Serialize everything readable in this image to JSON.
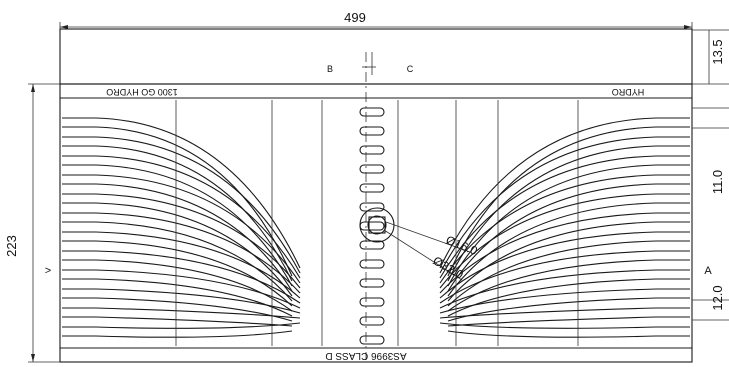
{
  "drawing": {
    "overall_width": "499",
    "overall_height": "223",
    "top_rim": "13.5",
    "right_dim_a": "11.0",
    "right_dim_b": "12.0",
    "section_b": "B",
    "section_c": "C",
    "section_a_left": ">",
    "section_a_right": "A",
    "top_left_text": "1300 GO HYDRO",
    "top_right_text": "HYDRO",
    "bottom_text": "AS3996 CLASS D",
    "dia_outer": "Ø32.0",
    "dia_inner": "Ø16.0"
  }
}
